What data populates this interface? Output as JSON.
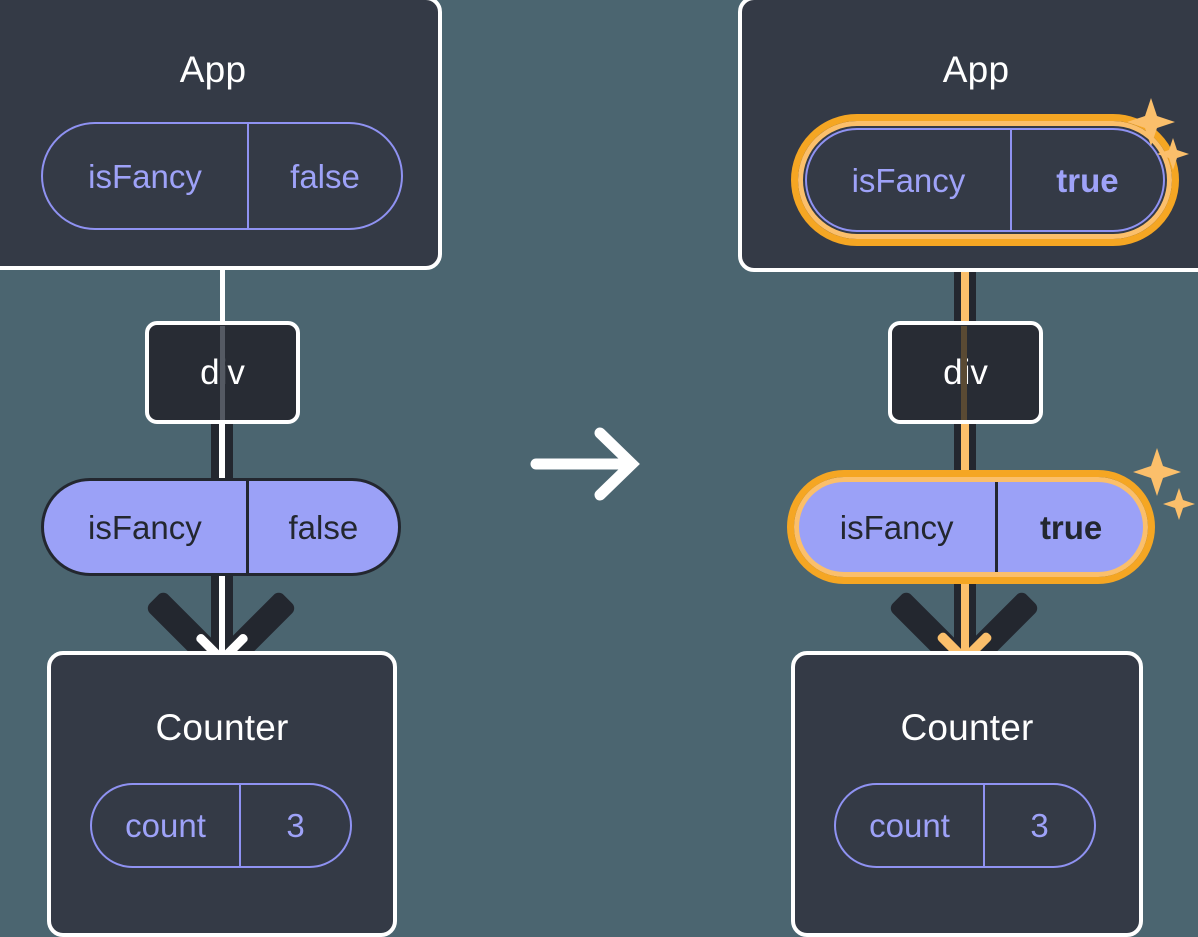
{
  "diagram": {
    "title": "React state update propagation: isFancy false to true",
    "background_color": "#4b6570",
    "transition_arrow_icon": "arrow-right-icon"
  },
  "colors": {
    "box_fill": "#343a46",
    "box_border": "#ffffff",
    "div_fill": "#282c34",
    "pill_outline_purple": "#8f92f2",
    "pill_text_purple": "#9ea2f8",
    "pill_filled_bg": "#9ba1f7",
    "pill_filled_text": "#23272f",
    "highlight_orange": "#f5a623",
    "highlight_amber": "#fbbf6b",
    "connector_dark": "#23272f",
    "connector_white": "#ffffff"
  },
  "before": {
    "app": {
      "title": "App",
      "state_pill": {
        "key": "isFancy",
        "value": "false",
        "style": "outline",
        "value_bold": false
      }
    },
    "div": {
      "label": "div"
    },
    "props_pill": {
      "key": "isFancy",
      "value": "false",
      "style": "filled",
      "value_bold": false
    },
    "counter": {
      "title": "Counter",
      "state_pill": {
        "key": "count",
        "value": "3",
        "style": "outline",
        "value_bold": false
      }
    }
  },
  "after": {
    "app": {
      "title": "App",
      "state_pill": {
        "key": "isFancy",
        "value": "true",
        "style": "outline",
        "value_bold": true,
        "highlighted": true
      },
      "sparkle_icon": "sparkles-icon"
    },
    "div": {
      "label": "div"
    },
    "props_pill": {
      "key": "isFancy",
      "value": "true",
      "style": "filled",
      "value_bold": true,
      "highlighted": true
    },
    "props_sparkle_icon": "sparkles-icon",
    "counter": {
      "title": "Counter",
      "state_pill": {
        "key": "count",
        "value": "3",
        "style": "outline",
        "value_bold": false
      }
    }
  }
}
